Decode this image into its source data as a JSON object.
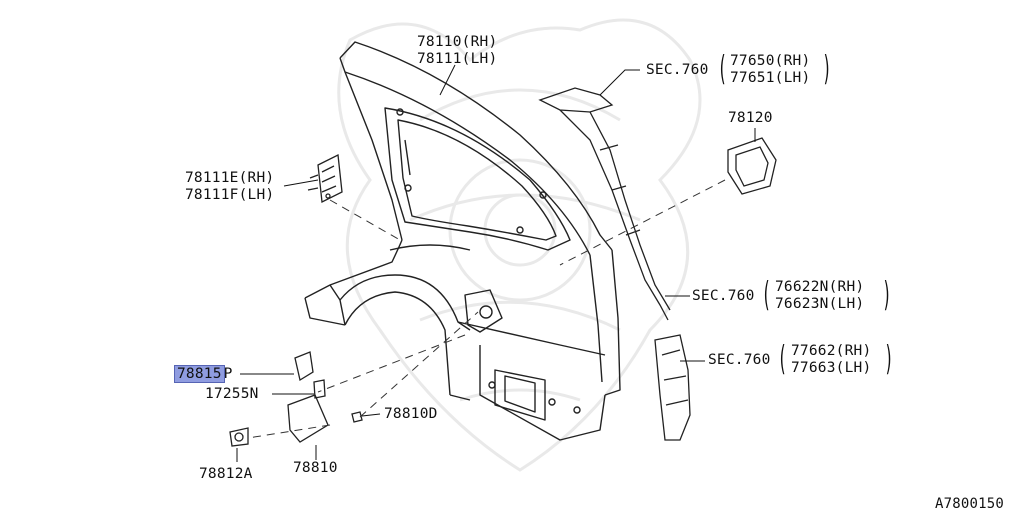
{
  "diagram_id": "A7800150",
  "labels": {
    "quarter_panel_rh": "78110(RH)",
    "quarter_panel_lh": "78111(LH)",
    "inner_rh": "78111E(RH)",
    "inner_lh": "78111F(LH)",
    "sec_760_a": "SEC.760",
    "sec_760_a_rh": "77650(RH)",
    "sec_760_a_lh": "77651(LH)",
    "grommet": "78120",
    "sec_760_b": "SEC.760",
    "sec_760_b_rh": "76622N(RH)",
    "sec_760_b_lh": "76623N(LH)",
    "sec_760_c": "SEC.760",
    "sec_760_c_rh": "77662(RH)",
    "sec_760_c_lh": "77663(LH)",
    "highlighted_part": "78815",
    "highlighted_suffix": "P",
    "spring": "17255N",
    "bumper": "78810D",
    "screw": "78812A",
    "fuel_lid": "78810"
  },
  "highlight_color": "#8f9ce0"
}
